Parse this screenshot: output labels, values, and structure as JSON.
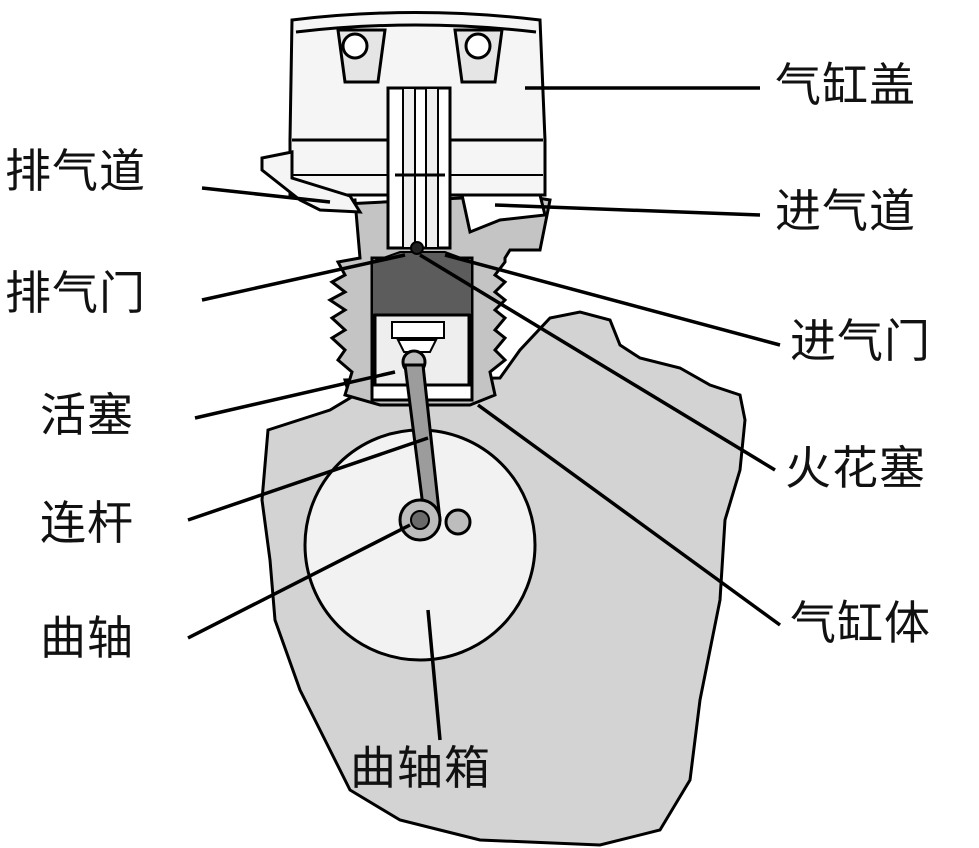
{
  "labels": {
    "cylinder_head": "气缸盖",
    "exhaust_port": "排气道",
    "intake_port": "进气道",
    "exhaust_valve": "排气门",
    "intake_valve": "进气门",
    "piston": "活塞",
    "spark_plug": "火花塞",
    "connecting_rod": "连杆",
    "crankshaft": "曲轴",
    "cylinder_body": "气缸体",
    "crankcase": "曲轴箱"
  },
  "colors": {
    "line": "#000000",
    "crankcase_fill": "#d3d3d3",
    "combustion_chamber": "#5c5c5c",
    "metal_light": "#f4f4f4",
    "metal_mid": "#bdbdbd"
  }
}
